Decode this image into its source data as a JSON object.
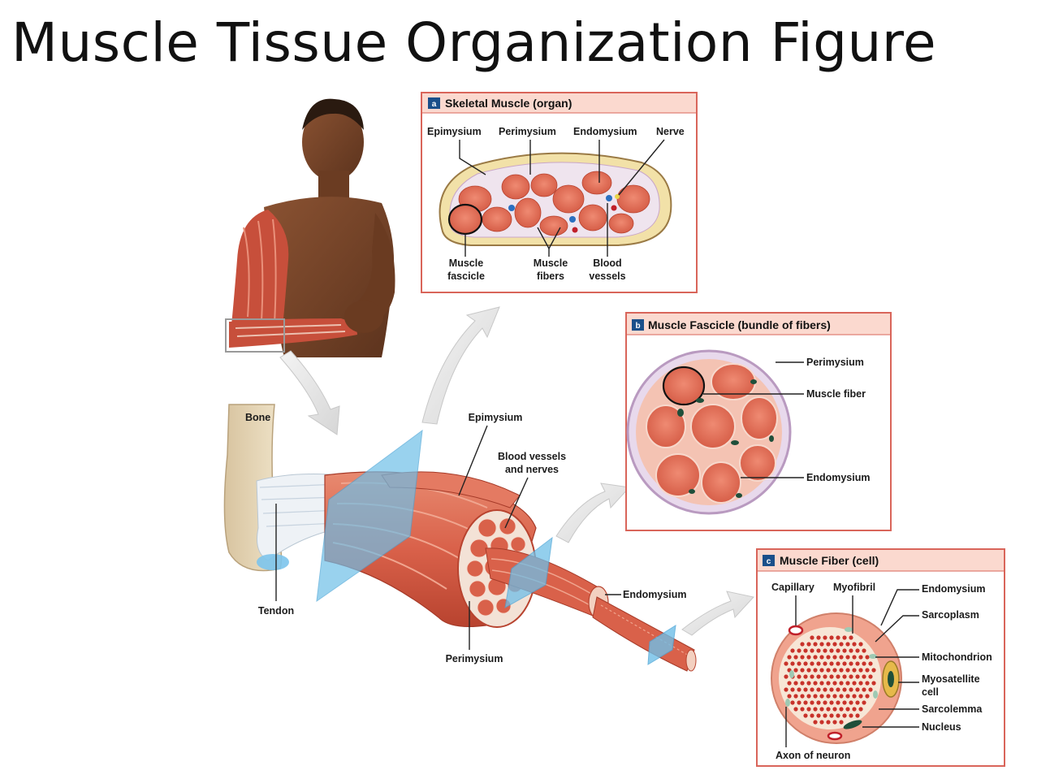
{
  "title": "Muscle Tissue Organization Figure",
  "colors": {
    "panel_border": "#d9655a",
    "panel_header_bg": "#fbd9cf",
    "badge_bg": "#1a4f8a",
    "muscle": "#d9614a",
    "muscle_dark": "#b8432f",
    "connective": "#f2e8d8",
    "plane": "#6fbfe8"
  },
  "panel_a": {
    "badge": "a",
    "title": "Skeletal Muscle (organ)",
    "labels": {
      "epimysium": "Epimysium",
      "perimysium": "Perimysium",
      "endomysium": "Endomysium",
      "nerve": "Nerve",
      "fascicle_1": "Muscle",
      "fascicle_2": "fascicle",
      "fibers_1": "Muscle",
      "fibers_2": "fibers",
      "vessels_1": "Blood",
      "vessels_2": "vessels"
    }
  },
  "panel_b": {
    "badge": "b",
    "title": "Muscle Fascicle (bundle of fibers)",
    "labels": {
      "perimysium": "Perimysium",
      "muscle_fiber": "Muscle fiber",
      "endomysium": "Endomysium"
    }
  },
  "panel_c": {
    "badge": "c",
    "title": "Muscle Fiber (cell)",
    "labels": {
      "capillary": "Capillary",
      "myofibril": "Myofibril",
      "endomysium": "Endomysium",
      "sarcoplasm": "Sarcoplasm",
      "mitochondrion": "Mitochondrion",
      "myosatellite_1": "Myosatellite",
      "myosatellite_2": "cell",
      "sarcolemma": "Sarcolemma",
      "nucleus": "Nucleus",
      "axon": "Axon of neuron"
    }
  },
  "main_labels": {
    "bone": "Bone",
    "tendon": "Tendon",
    "epimysium": "Epimysium",
    "vessels_nerves_1": "Blood vessels",
    "vessels_nerves_2": "and nerves",
    "perimysium": "Perimysium",
    "endomysium": "Endomysium"
  }
}
